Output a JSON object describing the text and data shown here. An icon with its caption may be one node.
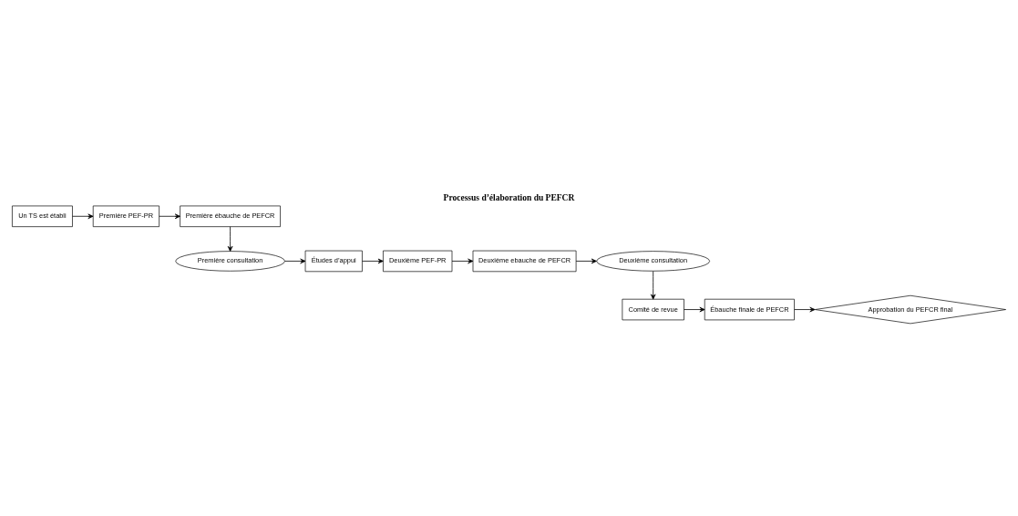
{
  "diagram": {
    "title": "Processus d’élaboration du PEFCR",
    "nodes": [
      {
        "text": [
          "Un TS est établi"
        ]
      },
      {
        "text": [
          "Première PEF-PR"
        ]
      },
      {
        "text": [
          "Première ébauche de PEFCR"
        ]
      },
      {
        "text": [
          "Première consultation"
        ]
      },
      {
        "text": [
          "Études d’appui"
        ]
      },
      {
        "text": [
          "Deuxième PEF-PR"
        ]
      },
      {
        "text": [
          "Deuxième ebauche de PEFCR"
        ]
      },
      {
        "text": [
          "Deuxième consultation"
        ]
      },
      {
        "text": [
          "Comité de revue"
        ]
      },
      {
        "text": [
          "Ébauche finale de PEFCR"
        ]
      },
      {
        "text": [
          "Approbation du PEFCR final"
        ]
      }
    ],
    "edges": [
      {
        "from": 0,
        "to": 1,
        "arrow": "to"
      },
      {
        "from": 1,
        "to": 2,
        "arrow": "to"
      },
      {
        "from": 2,
        "to": 3,
        "arrow": "to"
      },
      {
        "from": 3,
        "to": 4,
        "arrow": "to"
      },
      {
        "from": 4,
        "to": 5,
        "arrow": "to"
      },
      {
        "from": 5,
        "to": 6,
        "arrow": "to"
      },
      {
        "from": 6,
        "to": 7,
        "arrow": "to"
      },
      {
        "from": 7,
        "to": 8,
        "arrow": "to"
      },
      {
        "from": 8,
        "to": 9,
        "arrow": "to"
      },
      {
        "from": 9,
        "to": 10,
        "arrow": "to"
      }
    ]
  }
}
